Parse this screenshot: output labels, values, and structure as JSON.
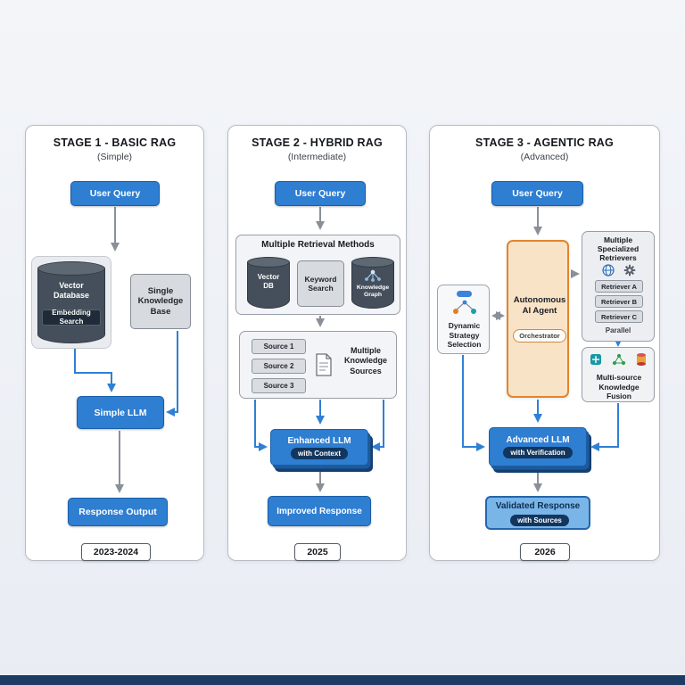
{
  "colors": {
    "primary_blue": "#2e7ed2",
    "navy_pill": "#12365e",
    "agent_orange": "#e1862e",
    "light_blue": "#7ab5e8",
    "gray_box": "#d7dade",
    "cylinder": "#454f5b",
    "footer_bar": "#1d3c63"
  },
  "icons": {
    "knowledge_graph": "network-nodes",
    "document": "document-sheet",
    "globe": "globe",
    "gear": "gear",
    "strategy_selector": "blue-oval",
    "strategy_branch": "decision-branch",
    "fusion_merge": "teal-grid-square",
    "fusion_network": "green-network",
    "fusion_database": "stacked-database"
  },
  "stage1": {
    "title": "STAGE 1 - BASIC RAG",
    "subtitle": "(Simple)",
    "user_query": "User Query",
    "vector_database": "Vector Database",
    "embedding_search": "Embedding Search",
    "single_knowledge_base": "Single Knowledge Base",
    "simple_llm": "Simple LLM",
    "response_output": "Response Output",
    "year": "2023-2024"
  },
  "stage2": {
    "title": "STAGE 2 - HYBRID RAG",
    "subtitle": "(Intermediate)",
    "user_query": "User Query",
    "retrieval_methods_title": "Multiple Retrieval Methods",
    "vector_db": "Vector DB",
    "keyword_search": "Keyword Search",
    "knowledge_graph": "Knowledge Graph",
    "sources": [
      "Source 1",
      "Source 2",
      "Source 3"
    ],
    "knowledge_sources_label": "Multiple Knowledge Sources",
    "enhanced_llm": "Enhanced LLM",
    "with_context": "with Context",
    "improved_response": "Improved Response",
    "year": "2025"
  },
  "stage3": {
    "title": "STAGE 3 - AGENTIC RAG",
    "subtitle": "(Advanced)",
    "user_query": "User Query",
    "agent": "Autonomous AI Agent",
    "orchestrator": "Orchestrator",
    "retrievers_title": "Multiple Specialized Retrievers",
    "retrievers": [
      "Retriever A",
      "Retriever B",
      "Retriever C"
    ],
    "parallel": "Parallel",
    "strategy": "Dynamic Strategy Selection",
    "fusion": "Multi-source Knowledge Fusion",
    "advanced_llm": "Advanced LLM",
    "with_verification": "with Verification",
    "validated_response": "Validated Response",
    "with_sources": "with Sources",
    "year": "2026"
  }
}
